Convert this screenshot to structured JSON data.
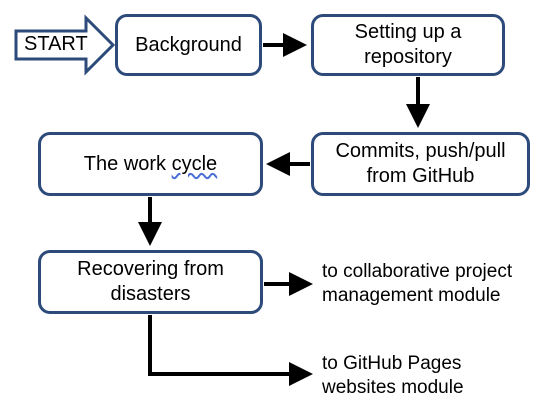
{
  "start": {
    "label": "START"
  },
  "boxes": {
    "background": {
      "label": "Background"
    },
    "setup": {
      "line1": "Setting up a",
      "line2": "repository"
    },
    "commits": {
      "line1": "Commits, push/pull",
      "line2": "from GitHub"
    },
    "workcycle": {
      "label_pre": "The work ",
      "label_underlined": "cycle"
    },
    "recovering": {
      "line1": "Recovering from",
      "line2": "disasters"
    }
  },
  "outputs": {
    "collab": {
      "line1": "to collaborative project",
      "line2": "management module"
    },
    "pages": {
      "line1": "to GitHub Pages",
      "line2": "websites module"
    }
  },
  "colors": {
    "box_border": "#2c4b7a",
    "arrow": "#000000",
    "spellcheck_underline": "#4a6fd6"
  }
}
